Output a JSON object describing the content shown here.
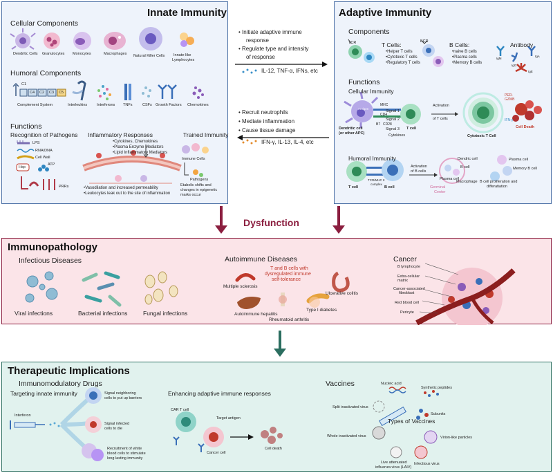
{
  "innate": {
    "title": "Innate Immunity",
    "cellular_heading": "Cellular Components",
    "cells": [
      "Dendritic Cells",
      "Granulocytes",
      "Monocytes",
      "Macrophages",
      "Natural Killer Cells",
      "Innate-like",
      "Lymphocytes"
    ],
    "humoral_heading": "Humoral Components",
    "humoral": [
      "Complement System",
      "Interleukins",
      "Interferons",
      "TNFs",
      "CSFs",
      "Growth Factors",
      "Chemokines"
    ],
    "complement_labels": [
      "C1",
      "C4",
      "C2",
      "C3",
      "C5"
    ],
    "functions_heading": "Functions",
    "recognition": {
      "title": "Recognition of Pathogens",
      "items": [
        "LPS",
        "RNA/DNA",
        "Cell Wall",
        "Hsp",
        "ATP",
        "PRRs"
      ]
    },
    "inflammatory": {
      "title": "Inflammatory Responses",
      "mediators": [
        "Cytokines, Chemokines",
        "Plasma Enzyme Mediators",
        "Lipid Inflammatory Mediators"
      ],
      "bullets": [
        "Vasodilation and increased permeability",
        "Leukocytes leak out to the site of inflammation"
      ]
    },
    "trained": {
      "title": "Trained Immunity",
      "labels": [
        "Immune Cells",
        "Pathogens"
      ],
      "note_line1": "Etabolic shifts and",
      "note_line2": "changes in epigenetic",
      "note_line3": "marks occur"
    }
  },
  "crosstalk": {
    "top": {
      "bullets": [
        "Initiate adaptive immune",
        "response",
        "Regulate type and intensity",
        "of response"
      ],
      "mediators": "IL-12, TNF-α, IFNs, etc"
    },
    "bottom": {
      "bullets": [
        "Recruit neutrophils",
        "Mediate inflammation",
        "Cause tissue damage"
      ],
      "mediators": "IFN-γ, IL-13, IL-4, etc"
    }
  },
  "adaptive": {
    "title": "Adaptive Immunity",
    "components_heading": "Components",
    "tcells_title": "T Cells:",
    "tcells": [
      "Helper T cells",
      "Cytotoxic T cells",
      "Regulatory T cells"
    ],
    "tcr": "TCR",
    "bcr": "BCR",
    "bcells_title": "B Cells:",
    "bcells": [
      "naive B cells",
      "Plasma cells",
      "Memory B cells"
    ],
    "antibody": "Antibody",
    "antibody_types": [
      "IgM",
      "IgG",
      "IgA",
      "IgE"
    ],
    "functions_heading": "Functions",
    "cellular_immunity": "Cellular Immunity",
    "dc_label_line1": "Dendritic cell",
    "dc_label_line2": "(or other APC)",
    "antigen": "Antigen",
    "mhc": "MHC",
    "signals": [
      "Signal 1",
      "Signal 2",
      "Signal 3"
    ],
    "cd_labels": [
      "CD4",
      "B7",
      "CD28"
    ],
    "t_cell": "T cell",
    "cytokines": "Cytokines",
    "activation_t_line1": "Activation",
    "activation_t_line2": "of T cells",
    "cytotoxic": "Cytotoxic T Cell",
    "perforin_line1": "PER-",
    "perforin_line2": "GZMB",
    "ifn": "IFN-γ",
    "cell_death": "Cell Death",
    "humoral_immunity": "Humoral Immunity",
    "t_cell_2": "T cell",
    "b_cell": "B cell",
    "mhc2_line1": "TCR/MHC II",
    "mhc2_line2": "complex",
    "activation_b_line1": "Activation",
    "activation_b_line2": "of B cells",
    "germinal_line1": "Germinal",
    "germinal_line2": "Center",
    "plasma_cell": "Plasma cell",
    "dendric_cell": "Dendric cell",
    "b_cell_2": "B cell",
    "plasma_cell_2": "Plasma cell",
    "memory_b_cell": "Memory B cell",
    "macrophage": "Macrophage",
    "proliferation_line1": "B cell proliferation and",
    "proliferation_line2": "differatiation"
  },
  "dysfunction": "Dysfunction",
  "immunopathology": {
    "title": "Immunopathology",
    "infectious_heading": "Infectious Diseases",
    "infections": [
      "Viral infections",
      "Bacterial infections",
      "Fungal infections"
    ],
    "autoimmune_heading": "Autoimmune Diseases",
    "tolerance_line1": "T and B cells with",
    "tolerance_line2": "dysregulated immune",
    "tolerance_line3": "self-tolerance",
    "diseases": [
      "Multiple sclerosis",
      "Ulcerative colitis",
      "Type I diabetes",
      "Autoimmune hepatitis",
      "Rheumatoid arthritis"
    ],
    "cancer_heading": "Cancer",
    "cancer_labels": [
      "B lymphocyte",
      "Extra-cellular",
      "matrix",
      "Cancer-associated",
      "fibroblast",
      "Red blood cell",
      "Pericyte"
    ]
  },
  "therapeutics": {
    "title": "Therapeutic Implications",
    "drugs_heading": "Immunomodulatory Drugs",
    "innate_target": "Targeting innate immunity",
    "interferon": "Interferon",
    "effects": [
      [
        "Signal neighboring",
        "cells to put up barriers"
      ],
      [
        "Signal infected",
        "cells to die"
      ],
      [
        "Recruitment of white",
        "blood cells to stimulate",
        "long lasting immunity"
      ]
    ],
    "enhancing": "Enhancing adaptive immune responses",
    "car_t": "CAR T cell",
    "target_antigen": "Target antigen",
    "cancer_cell": "Cancer cell",
    "cell_death": "Cell death",
    "vaccines_heading": "Vaccines",
    "types_title": "Types of Vaccines",
    "vaccine_types": [
      "Nucleic acid",
      "Synthetic peptides",
      "Split inactivated virus",
      "Subunits",
      "Whole inactivated virus",
      "Virion-like particles"
    ],
    "laiv_line1": "Live attenuated",
    "laiv_line2": "influenza virus (LAIV)",
    "infectious_virus": "Infectious virus"
  },
  "colors": {
    "innate_bg": "#eef3fb",
    "border_blue": "#4a6fa5",
    "immuno_bg": "#fbe4e8",
    "immuno_border": "#8b1e3f",
    "thera_bg": "#e1f2ee",
    "thera_border": "#2b6e60",
    "dysfunction": "#8b1e3f",
    "accent_red": "#c0392b"
  }
}
